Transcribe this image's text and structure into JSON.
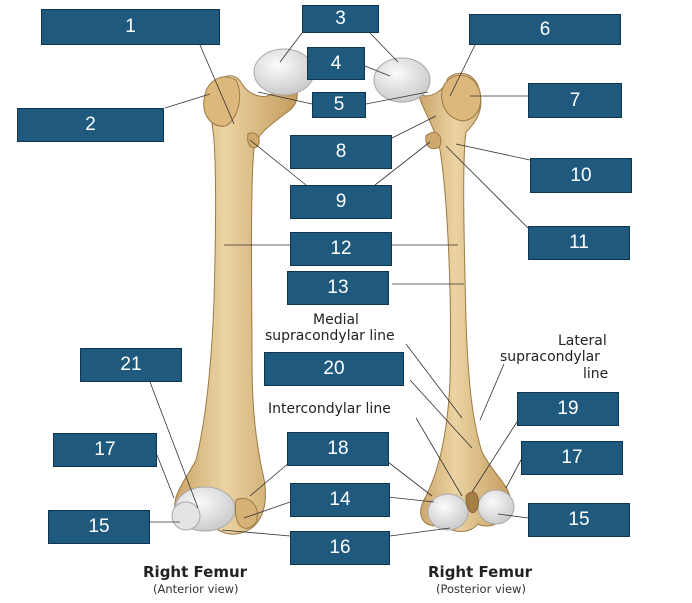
{
  "labels": {
    "l1": "1",
    "l2": "2",
    "l3": "3",
    "l4": "4",
    "l5": "5",
    "l6": "6",
    "l7": "7",
    "l8": "8",
    "l9": "9",
    "l10": "10",
    "l11": "11",
    "l12": "12",
    "l13": "13",
    "l14": "14",
    "l15a": "15",
    "l15b": "15",
    "l16": "16",
    "l17a": "17",
    "l17b": "17",
    "l18": "18",
    "l19": "19",
    "l20": "20",
    "l21": "21"
  },
  "texts": {
    "medial_1": "Medial",
    "medial_2": "supracondylar line",
    "lateral_1": "Lateral",
    "lateral_2": "supracondylar",
    "lateral_3": "line",
    "intercondylar": "Intercondylar line"
  },
  "captions": {
    "anterior_title": "Right Femur",
    "anterior_sub": "(Anterior view)",
    "posterior_title": "Right Femur",
    "posterior_sub": "(Posterior view)"
  },
  "colors": {
    "box_fill": "#1f5a7e",
    "bone": "#e2c48e",
    "cartilage": "#e6e6e6"
  }
}
